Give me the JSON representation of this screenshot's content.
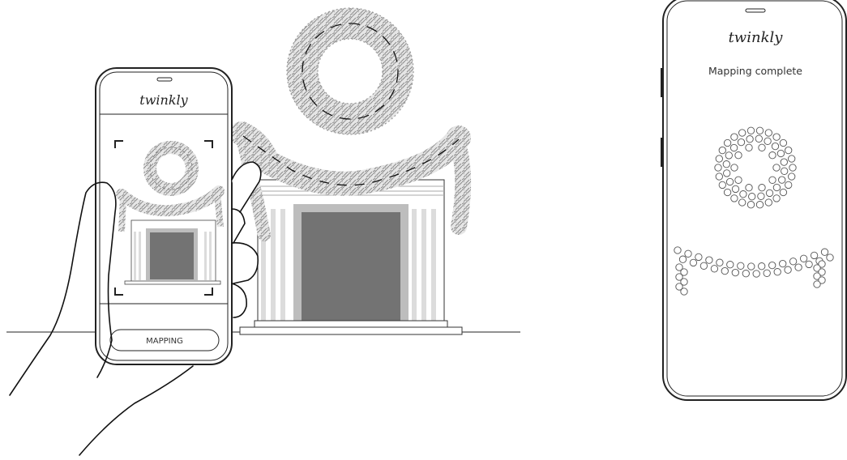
{
  "brand": {
    "logo_text": "twinkly"
  },
  "left_phone": {
    "button_label": "MAPPING",
    "icons": [
      "camera-frame-corners",
      "handset-speaker-slot"
    ]
  },
  "right_phone": {
    "status_text": "Mapping complete"
  },
  "colors": {
    "line": "#222222",
    "door": "#737373",
    "door_frame": "#bdbdbd",
    "pillar_stripe": "#d9d9d9",
    "foliage": "#9a9a9a",
    "background": "#ffffff"
  }
}
